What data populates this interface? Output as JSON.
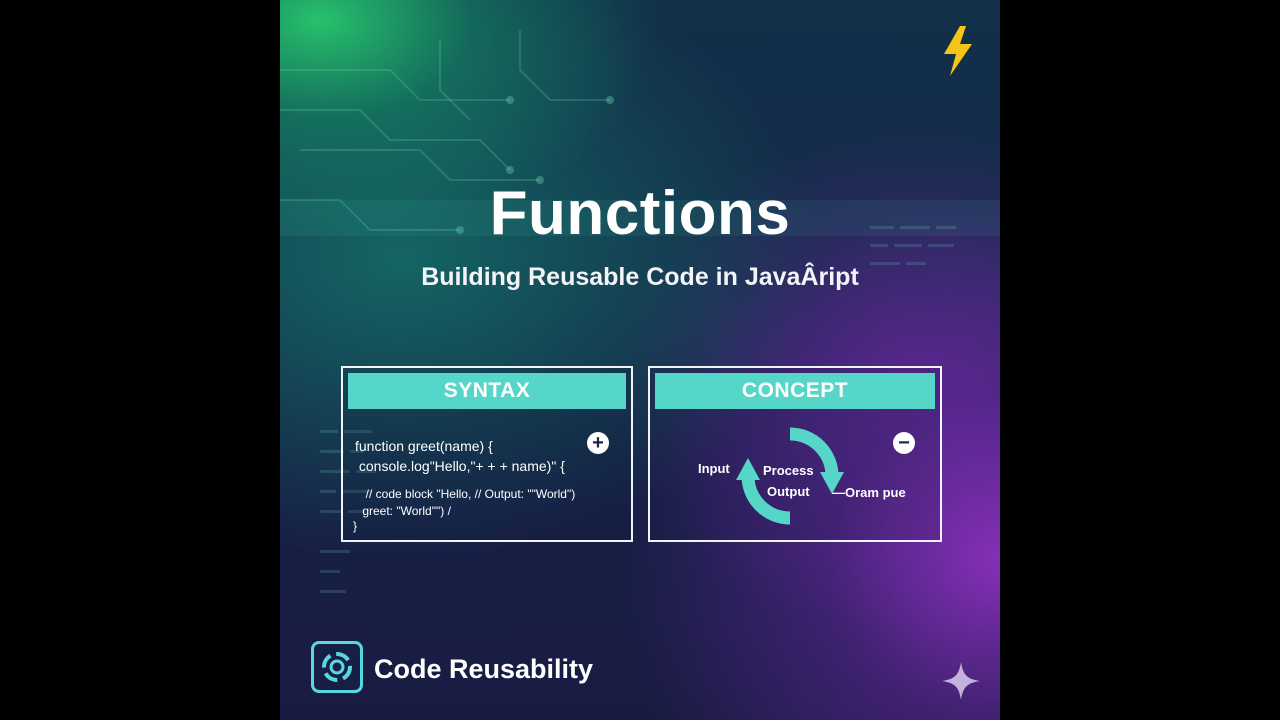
{
  "title": "Functions",
  "subtitle": "Building Reusable Code in JavaÂript",
  "syntax_panel": {
    "header": "SYNTAX",
    "toggle_symbol": "+",
    "lines": [
      "function greet(name) {",
      " console.log\"Hello,\"+ + + name)\" {",
      "  // code block \"Hello, // Output: \"\"World\")",
      " greet: \"World\"\") /",
      "}"
    ]
  },
  "concept_panel": {
    "header": "CONCEPT",
    "toggle_symbol": "−",
    "labels": {
      "input": "Input",
      "process": "Process",
      "output": "Output",
      "extra": "—Oram pue"
    }
  },
  "footer": {
    "label": "Code Reusability"
  },
  "colors": {
    "accent_teal": "#55d6c8",
    "bolt_yellow": "#f5c518",
    "icon_cyan": "#59d6e4"
  },
  "icons": [
    "lightning-bolt-icon",
    "plus-icon",
    "minus-icon",
    "cycle-arrows-icon",
    "reusability-gear-icon",
    "sparkle-icon"
  ]
}
